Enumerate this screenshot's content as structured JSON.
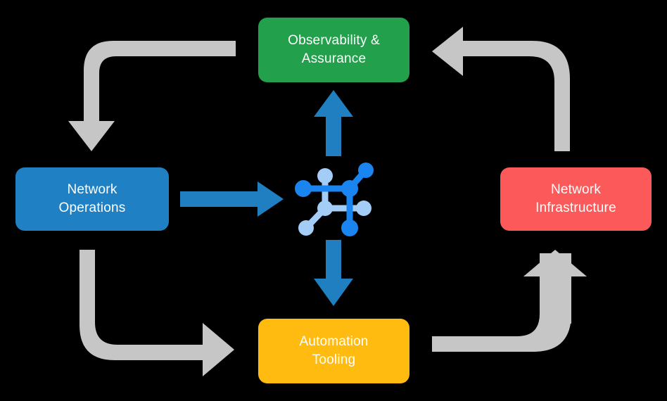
{
  "diagram": {
    "title_text": "",
    "background_color": "#000000",
    "type": "cycle-flow-diagram",
    "nodes": [
      {
        "id": "observability",
        "label": "Observability &\nAssurance",
        "color": "#22a04c",
        "position": "top"
      },
      {
        "id": "network-operations",
        "label": "Network\nOperations",
        "color": "#1f81c4",
        "position": "left"
      },
      {
        "id": "network-infrastructure",
        "label": "Network\nInfrastructure",
        "color": "#fc5a5a",
        "position": "right"
      },
      {
        "id": "automation-tooling",
        "label": "Automation\nTooling",
        "color": "#ffbb10",
        "position": "bottom"
      }
    ],
    "center_icon": {
      "name": "network-topology-icon",
      "color_primary": "#1a85f0",
      "color_secondary": "#a3cdf7"
    },
    "cycle_arrows": {
      "color": "#c6c6c6",
      "items": [
        {
          "id": "top-left-arrow",
          "from": "observability",
          "to": "network-operations",
          "direction": "down"
        },
        {
          "id": "bottom-left-arrow",
          "from": "network-operations",
          "to": "automation-tooling",
          "direction": "right"
        },
        {
          "id": "bottom-right-arrow",
          "from": "automation-tooling",
          "to": "network-infrastructure",
          "direction": "up"
        },
        {
          "id": "top-right-arrow",
          "from": "network-infrastructure",
          "to": "observability",
          "direction": "left"
        }
      ]
    },
    "center_arrows": {
      "color": "#1f7fc0",
      "items": [
        {
          "id": "arrow-up-to-observability",
          "direction": "up"
        },
        {
          "id": "arrow-right-from-operations",
          "direction": "right"
        },
        {
          "id": "arrow-down-to-automation",
          "direction": "down"
        }
      ]
    }
  }
}
